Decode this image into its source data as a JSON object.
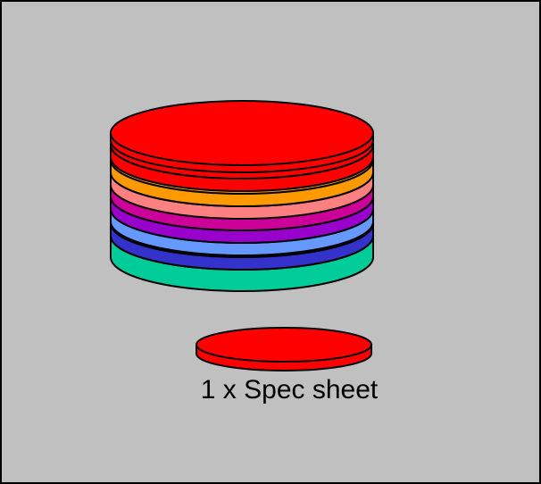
{
  "colors": {
    "background": "#c0c0c0",
    "outline": "#000000",
    "stack_base": "#00cc99",
    "layers": [
      "#3333cc",
      "#6699ff",
      "#9900cc",
      "#cc0099",
      "#ff8080",
      "#ff9900",
      "#ff0000"
    ],
    "stack_top": "#ff0000",
    "small_disc": "#ff0000"
  },
  "stack": {
    "layer_count": 8
  },
  "small_disc": {
    "layer_count": 2
  },
  "caption": "1 x Spec sheet"
}
